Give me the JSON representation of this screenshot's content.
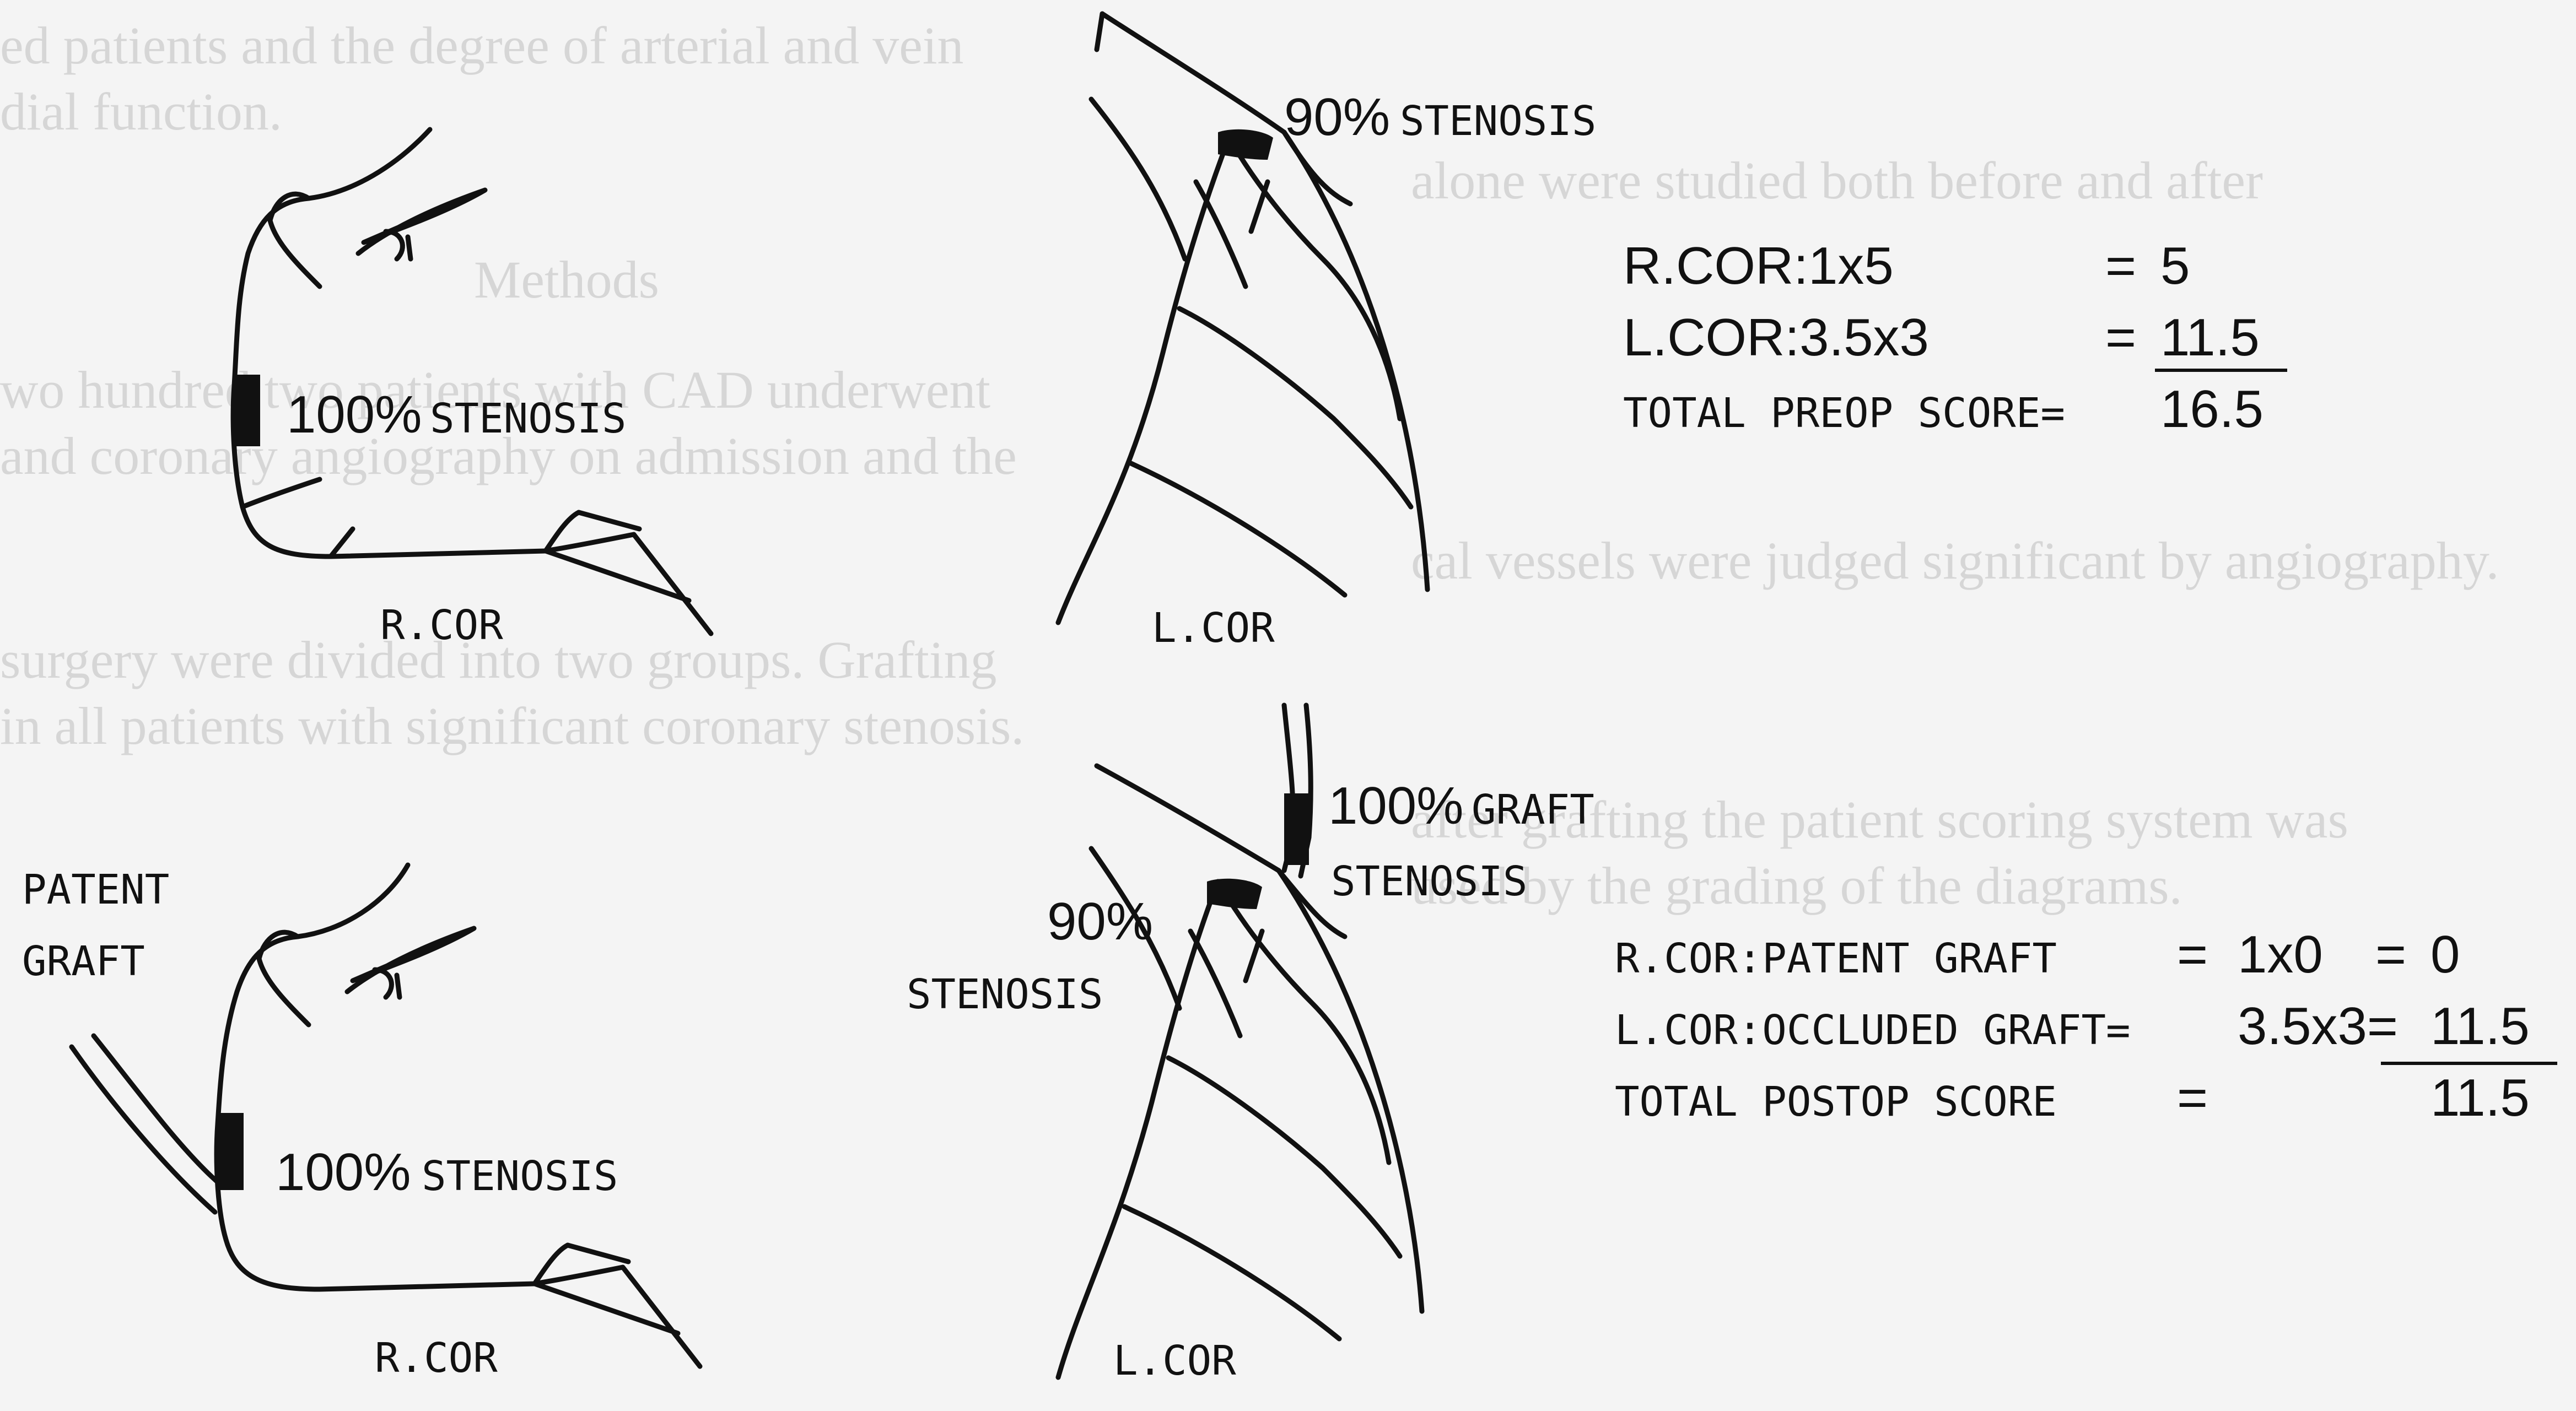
{
  "background_text": [
    "ed patients and the degree of arterial and vein",
    "dial function.",
    "Methods",
    "wo hundred two patients with CAD underwent",
    "and coronary angiography on admission and the",
    "surgery were divided into two groups. Grafting",
    "in all patients with significant coronary stenosis.",
    "alone were studied both before and after",
    "cal vessels were judged significant by angiography.",
    "after grafting the patient scoring system was",
    "used by the grading of the diagrams."
  ],
  "preop": {
    "r_cor": {
      "stenosis_label_pct": "100%",
      "stenosis_label_word": "STENOSIS",
      "name": "R.COR"
    },
    "l_cor": {
      "stenosis_label_pct": "90%",
      "stenosis_label_word": "STENOSIS",
      "name": "L.COR"
    },
    "score": {
      "line1_label": "R.COR:1x5",
      "line1_eq": "=",
      "line1_value": "5",
      "line2_label": "L.COR:3.5x3",
      "line2_eq": "=",
      "line2_value": "11.5",
      "total_label": "TOTAL PREOP SCORE=",
      "total_value": "16.5"
    }
  },
  "postop": {
    "patent_graft_line1": "PATENT",
    "patent_graft_line2": "GRAFT",
    "r_cor": {
      "stenosis_label_pct": "100%",
      "stenosis_label_word": "STENOSIS",
      "name": "R.COR"
    },
    "l_cor": {
      "stenosis_label_pct": "90%",
      "stenosis_label_word": "STENOSIS",
      "graft_label_pct": "100%",
      "graft_label_word": "GRAFT",
      "graft_label_word2": "STENOSIS",
      "name": "L.COR"
    },
    "score": {
      "line1_label": "R.COR:PATENT GRAFT",
      "line1_eq": "=",
      "line1_calc": "1x0",
      "line1_eq2": "=",
      "line1_value": "0",
      "line2_label": "L.COR:OCCLUDED GRAFT=",
      "line2_calc": "3.5x3=",
      "line2_value": "11.5",
      "total_label": "TOTAL POSTOP SCORE",
      "total_eq": "=",
      "total_value": "11.5"
    }
  }
}
